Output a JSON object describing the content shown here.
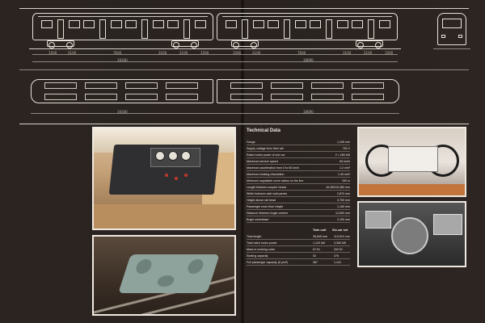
{
  "technical_data": {
    "title": "Technical Data",
    "rows": [
      {
        "label": "Gauge",
        "value": "1,435 mm"
      },
      {
        "label": "Supply voltage from third rail",
        "value": "750 V"
      },
      {
        "label": "Rated motor power of one car",
        "value": "2 × 280 kW"
      },
      {
        "label": "Maximum service speed",
        "value": "80 km/h"
      },
      {
        "label": "Maximum acceleration from 0 to 60 km/h",
        "value": "1.2 m/s²"
      },
      {
        "label": "Maximum braking retardation",
        "value": "1.45 m/s²"
      },
      {
        "label": "Minimum negotiable curve radius on the line",
        "value": "150 m"
      },
      {
        "label": "Length between coupler heads",
        "value": "18,350/19,380 mm"
      },
      {
        "label": "Width between side wall panels",
        "value": "2,870 mm"
      },
      {
        "label": "Height above rail head",
        "value": "3,750 mm"
      },
      {
        "label": "Passenger room floor height",
        "value": "1,160 mm"
      },
      {
        "label": "Distance between bogie centres",
        "value": "12,600 mm"
      },
      {
        "label": "Bogie wheelbase",
        "value": "2,150 mm"
      }
    ],
    "unit_headers": [
      "Twin unit",
      "Six-car set"
    ],
    "unit_rows": [
      {
        "label": "Total length",
        "twin": "36,645 mm",
        "six": "110,010 mm"
      },
      {
        "label": "Total rated motor power",
        "twin": "1,120 kW",
        "six": "3,360 kW"
      },
      {
        "label": "Mass in working order",
        "twin": "67.51",
        "six": "202.51"
      },
      {
        "label": "Seating capacity",
        "twin": "92",
        "six": "276"
      },
      {
        "label": "Full passenger capacity (6 p/m²)",
        "twin": "387",
        "six": "1,116"
      }
    ]
  },
  "drawing": {
    "dims_side": [
      "1500",
      "2100",
      "7600",
      "3100",
      "2100",
      "1500",
      "1500",
      "2100",
      "7600",
      "3100",
      "2100",
      "1500"
    ],
    "dims_total": [
      "19340",
      "18690"
    ],
    "dims_plan": [
      "19340",
      "18690"
    ]
  }
}
